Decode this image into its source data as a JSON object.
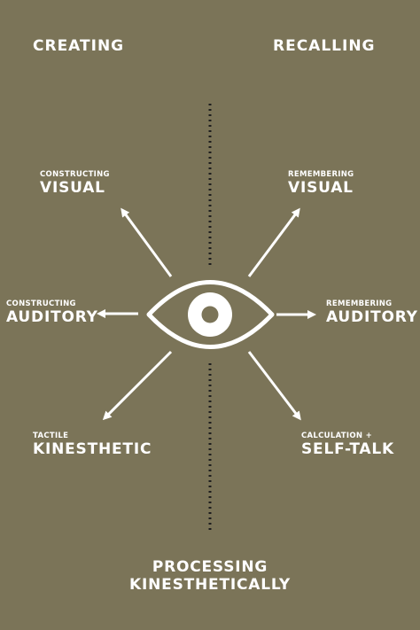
{
  "headings": {
    "left": "CREATING",
    "right": "RECALLING"
  },
  "labels": {
    "top_left": {
      "small": "CONSTRUCTING",
      "big": "VISUAL"
    },
    "top_right": {
      "small": "REMEMBERING",
      "big": "VISUAL"
    },
    "mid_left": {
      "small": "CONSTRUCTING",
      "big": "AUDITORY"
    },
    "mid_right": {
      "small": "REMEMBERING",
      "big": "AUDITORY"
    },
    "bottom_left": {
      "small": "TACTILE",
      "big": "KINESTHETIC"
    },
    "bottom_right": {
      "small": "CALCULATION +",
      "big": "SELF-TALK"
    }
  },
  "bottom": {
    "line1": "PROCESSING",
    "line2": "KINESTHETICALLY"
  },
  "icons": [
    "eye-icon",
    "arrow-icon",
    "dotted-line"
  ],
  "colors": {
    "background": "#7b7458",
    "foreground": "#ffffff"
  }
}
